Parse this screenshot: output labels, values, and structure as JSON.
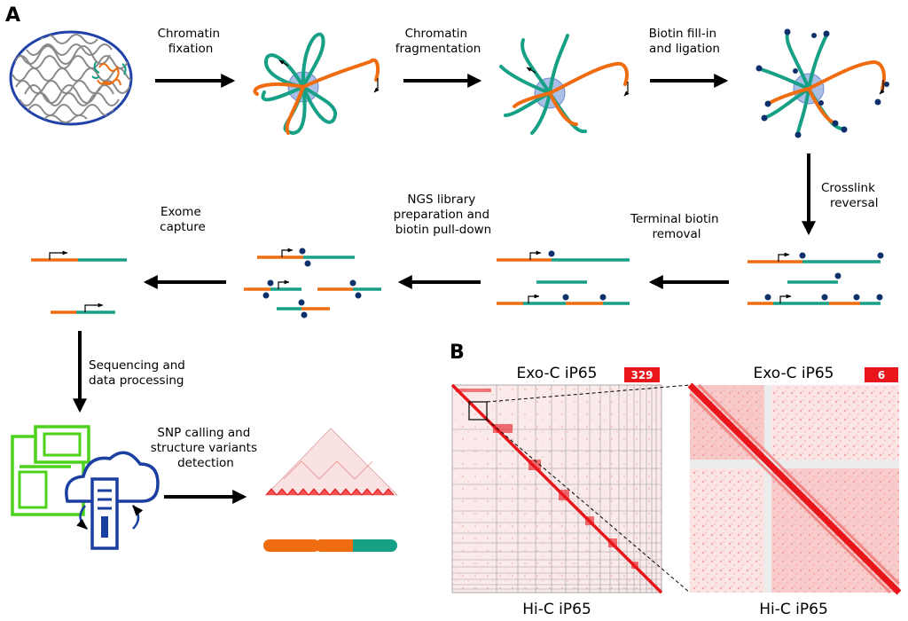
{
  "panels": {
    "a": "A",
    "b": "B"
  },
  "steps": [
    {
      "id": "fixation",
      "lines": [
        "Chromatin",
        "fixation"
      ]
    },
    {
      "id": "fragmentation",
      "lines": [
        "Chromatin",
        "fragmentation"
      ]
    },
    {
      "id": "fillin",
      "lines": [
        "Biotin fill-in",
        "and ligation"
      ]
    },
    {
      "id": "crosslink",
      "lines": [
        "Crosslink",
        "reversal"
      ]
    },
    {
      "id": "terminal",
      "lines": [
        "Terminal biotin",
        "removal"
      ]
    },
    {
      "id": "ngs",
      "lines": [
        "NGS library",
        "preparation and",
        "biotin pull-down"
      ]
    },
    {
      "id": "exome",
      "lines": [
        "Exome",
        "capture"
      ]
    },
    {
      "id": "sequencing",
      "lines": [
        "Sequencing and",
        "data processing"
      ]
    },
    {
      "id": "snp",
      "lines": [
        "SNP calling and",
        "structure variants",
        "detection"
      ]
    }
  ],
  "maps": {
    "left": {
      "top_title": "Exo-C iP65",
      "bottom_title": "Hi-C iP65",
      "badge": "329"
    },
    "right": {
      "top_title": "Exo-C iP65",
      "bottom_title": "Hi-C iP65",
      "badge": "6"
    }
  },
  "colors": {
    "orange": "#ef6c10",
    "teal": "#16a085",
    "biotin": "#0d2f6b",
    "nucleus_border": "#2142a8",
    "device_green": "#4cd21a",
    "server_blue": "#1b3fa0",
    "heatmap_red": "#e8161b"
  },
  "icons": [
    "nucleus-icon",
    "chromatin-loop-icon",
    "sequencer-icon",
    "cloud-server-icon",
    "chromosome-bar-icon"
  ]
}
